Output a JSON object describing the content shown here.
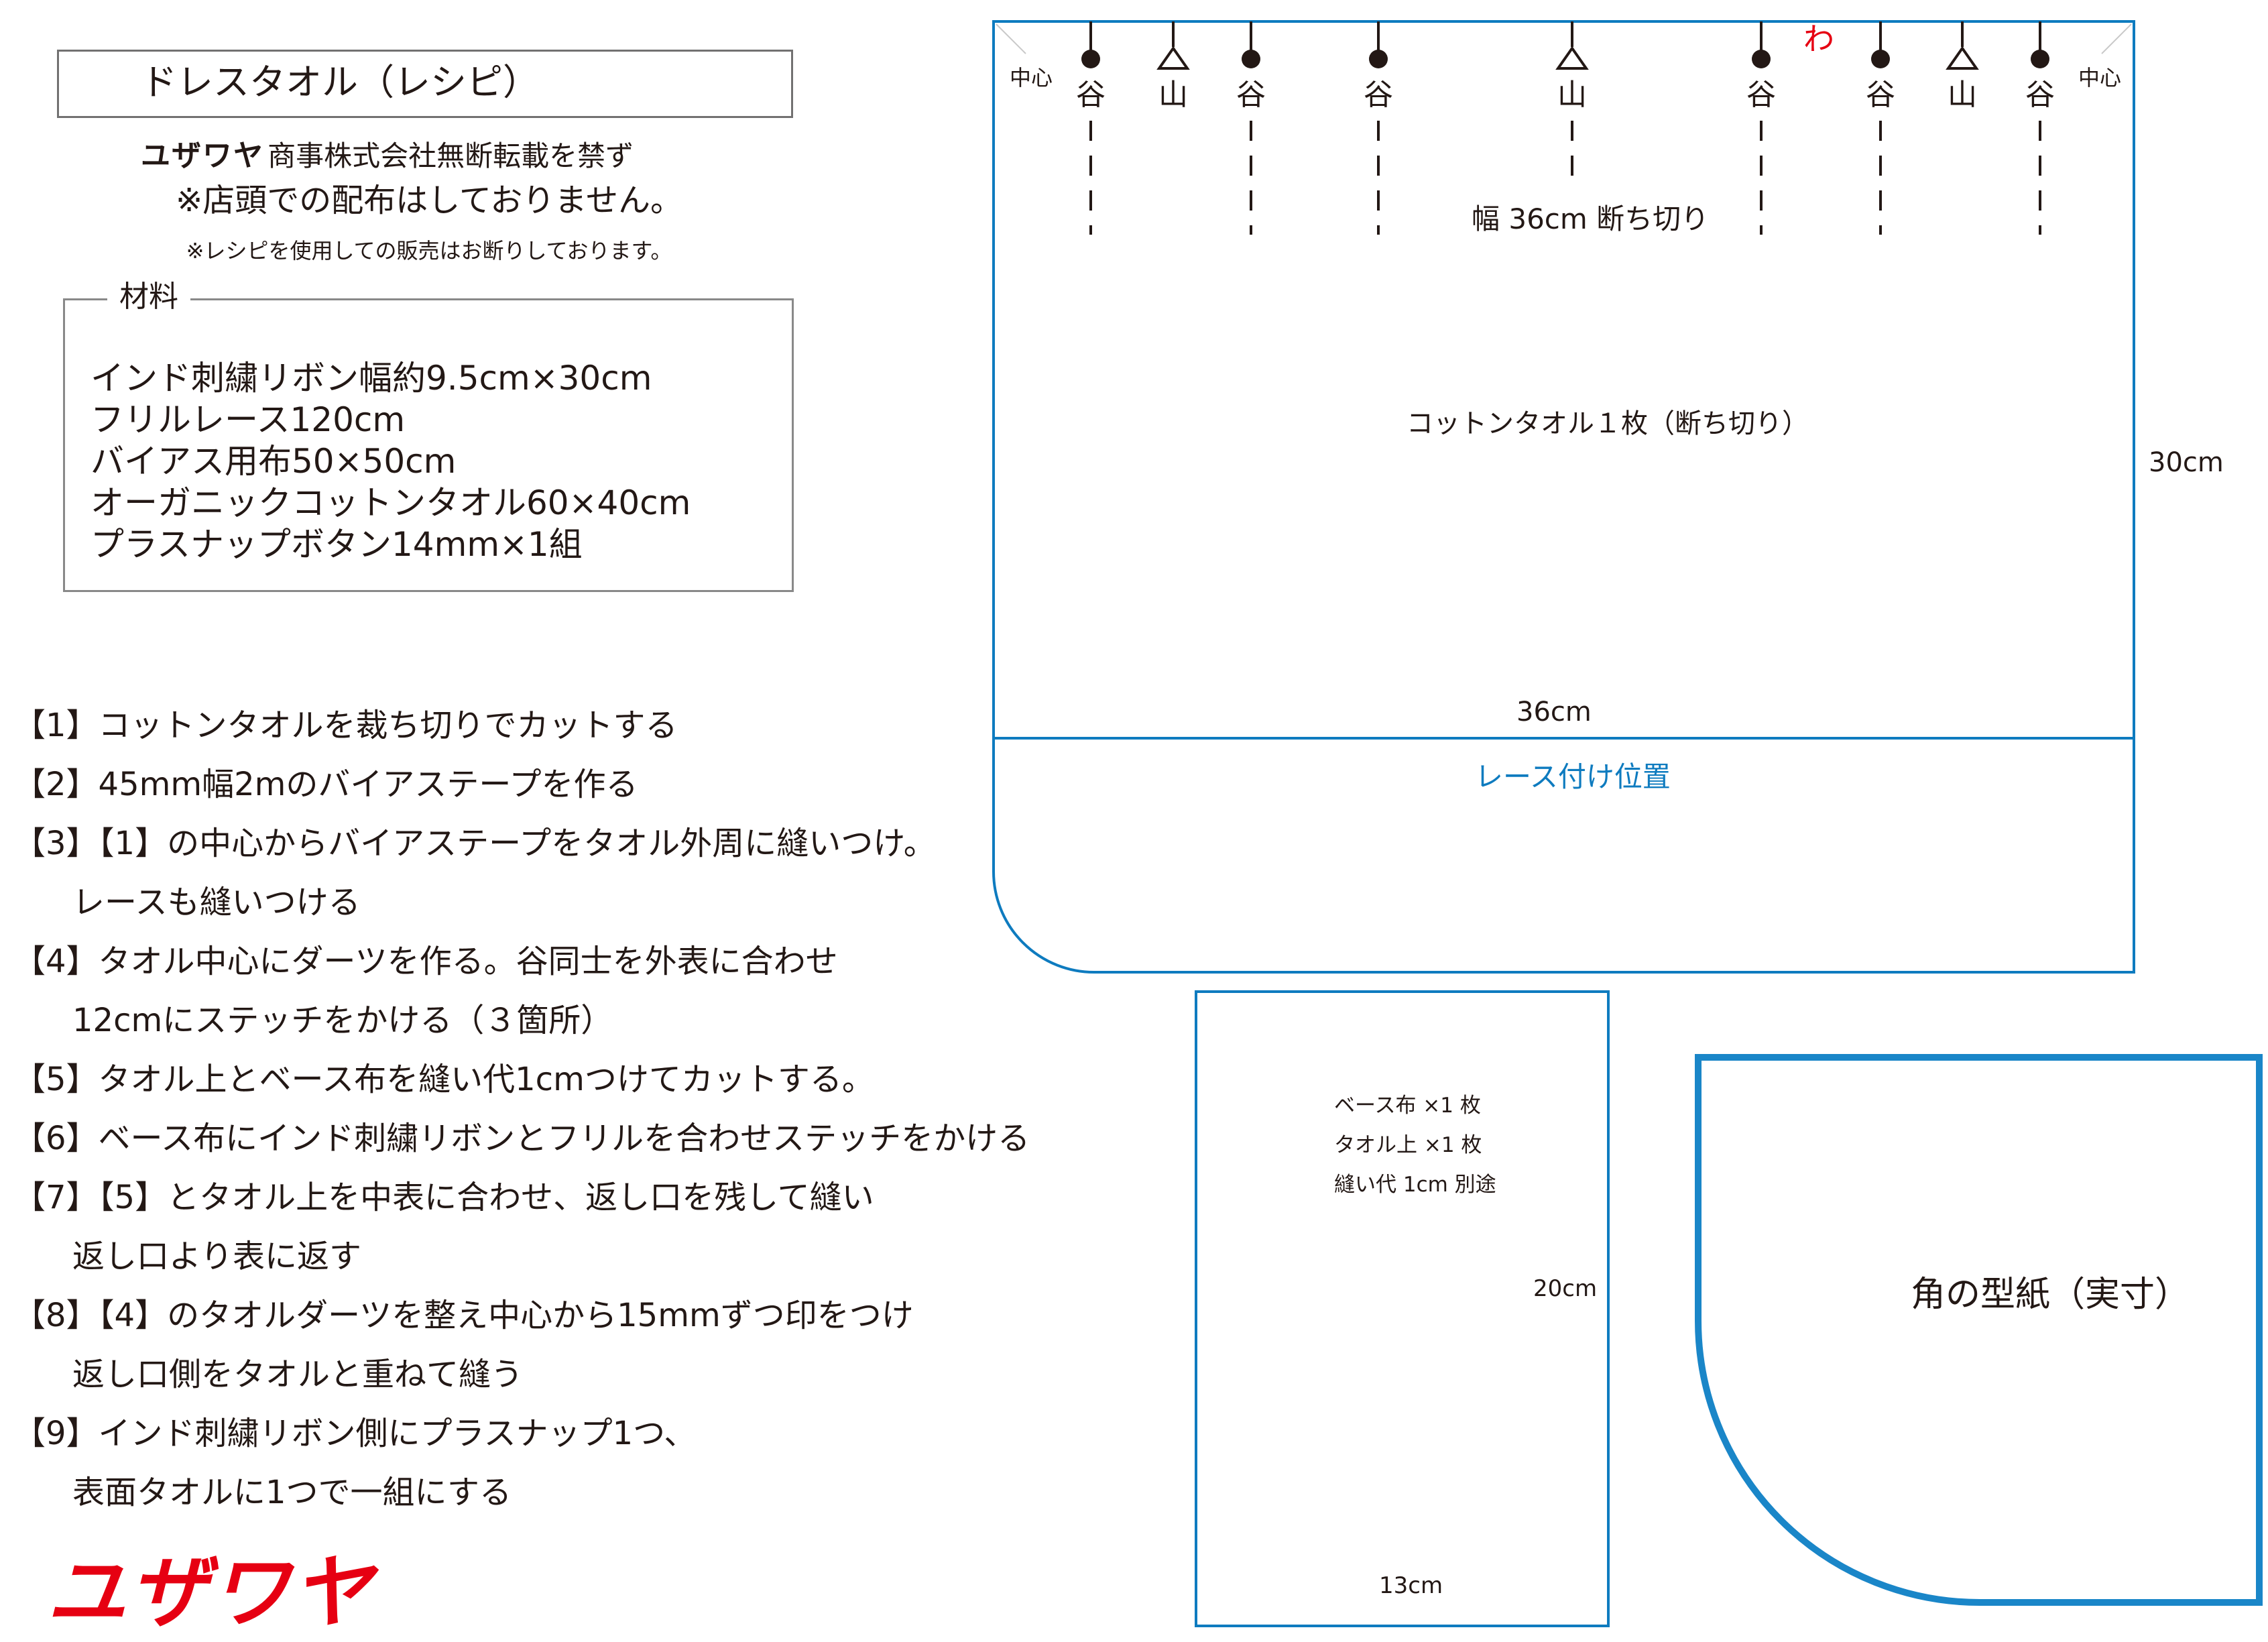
{
  "header": {
    "title": "ドレスタオル（レシピ）",
    "brand_inline": "ユザワヤ",
    "copyright": "商事株式会社無断転載を禁ず",
    "notice_1": "※店頭での配布はしておりません。",
    "notice_2": "※レシピを使用しての販売はお断りしております。"
  },
  "materials": {
    "legend": "材料",
    "items": [
      "インド刺繍リボン幅約9.5cm×30cm",
      "フリルレース120cm",
      "バイアス用布50×50cm",
      "オーガニックコットンタオル60×40cm",
      "プラスナップボタン14mm×1組"
    ]
  },
  "steps": [
    "【1】コットンタオルを裁ち切りでカットする",
    "【2】45mm幅2mのバイアステープを作る",
    "【3】【1】の中心からバイアステープをタオル外周に縫いつけ。",
    "レースも縫いつける",
    "【4】タオル中心にダーツを作る。谷同士を外表に合わせ",
    "12cmにステッチをかける（３箇所）",
    "【5】タオル上とベース布を縫い代1cmつけてカットする。",
    "【6】ベース布にインド刺繍リボンとフリルを合わせステッチをかける",
    "【7】【5】とタオル上を中表に合わせ、返し口を残して縫い",
    "返し口より表に返す",
    "【8】【4】のタオルダーツを整え中心から15mmずつ印をつけ",
    "返し口側をタオルと重ねて縫う",
    "【9】インド刺繍リボン側にプラスナップ1つ、",
    "表面タオルに1つで一組にする"
  ],
  "footer_logo": "ユザワヤ",
  "towel_pattern": {
    "center_label": "中心",
    "fold_label": "わ",
    "marks": [
      "谷",
      "山",
      "谷",
      "谷",
      "山",
      "谷",
      "谷",
      "山",
      "谷"
    ],
    "width_cut_label": "幅 36cm 断ち切り",
    "piece_label": "コットンタオル１枚（断ち切り）",
    "height_label": "30cm",
    "width_label": "36cm",
    "lace_label": "レース付け位置"
  },
  "base_pattern": {
    "line_1": "ベース布 ×1 枚",
    "line_2": "タオル上 ×1 枚",
    "line_3": "縫い代 1cm 別途",
    "height_label": "20cm",
    "width_label": "13cm"
  },
  "corner_pattern": {
    "label": "角の型紙（実寸）"
  },
  "colors": {
    "text": "#231815",
    "pattern_line": "#0e7bbf",
    "corner_line": "#1a86c8",
    "fold_mark": "#e60012",
    "logo": "#e60012"
  }
}
